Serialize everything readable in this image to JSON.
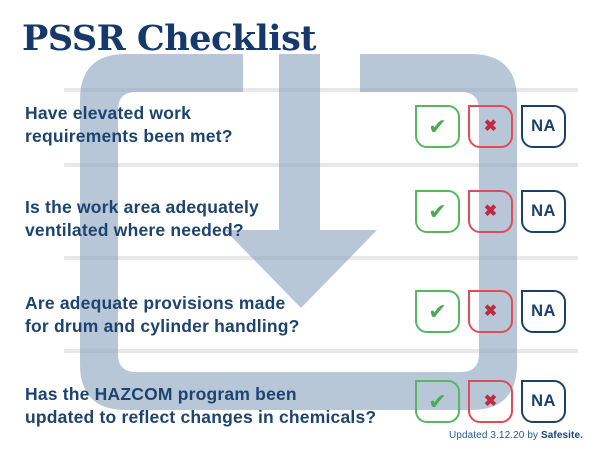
{
  "title": "PSSR Checklist",
  "rows": [
    {
      "line1": "Have elevated work",
      "line2": "requirements been met?"
    },
    {
      "line1": "Is the work area adequately",
      "line2": "ventilated where needed?"
    },
    {
      "line1": "Are adequate provisions made",
      "line2": "for drum and cylinder handling?"
    },
    {
      "line1": "Has the HAZCOM program been",
      "line2": "updated to reflect changes in chemicals?"
    }
  ],
  "options": {
    "yes_glyph": "✔",
    "no_glyph": "✖",
    "na_label": "NA"
  },
  "footer": {
    "prefix": "Updated 3.12.20 by ",
    "brand": "Safesite."
  },
  "colors": {
    "title_navy": "#16386b",
    "question_navy": "#1d4370",
    "green": "#55b85c",
    "red": "#e14b57",
    "na_navy": "#1d3f6b",
    "watermark_blue": "#b8c7d7",
    "divider_gray": "#e8e8e8"
  }
}
